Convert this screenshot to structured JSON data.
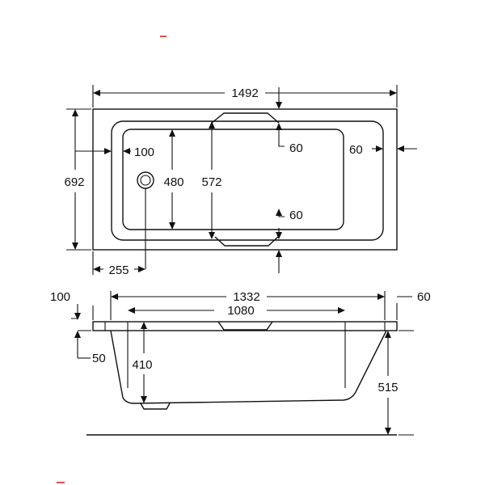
{
  "top_view": {
    "overall_length": "1492",
    "overall_width": "692",
    "inner_width": "480",
    "inner_length_depth": "572",
    "waste_offset_side": "100",
    "waste_offset_end": "255",
    "rim_top": "60",
    "rim_right": "60",
    "rim_bottom": "60"
  },
  "side_view": {
    "top_length": "1332",
    "bottom_length": "1080",
    "left_offset": "100",
    "right_offset": "60",
    "rim_thickness": "50",
    "inner_depth": "410",
    "overall_height": "515"
  },
  "colors": {
    "line": "#111111",
    "mark": "#e05050"
  }
}
